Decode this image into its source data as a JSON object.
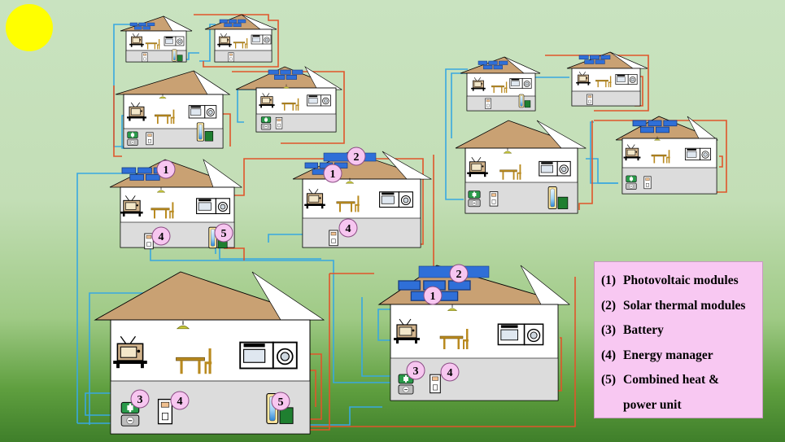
{
  "legend": {
    "items": [
      {
        "number": "(1)",
        "label": "Photovoltaic modules"
      },
      {
        "number": "(2)",
        "label": "Solar thermal modules"
      },
      {
        "number": "(3)",
        "label": "Battery"
      },
      {
        "number": "(4)",
        "label": "Energy manager"
      },
      {
        "number": "(5)",
        "label": "Combined heat &"
      }
    ],
    "continuation": "power unit"
  },
  "badges": {
    "pv": "1",
    "solar_thermal": "2",
    "battery": "3",
    "energy_manager": "4",
    "chp": "5"
  },
  "colors": {
    "roof": "#c9a173",
    "wall": "#ffffff",
    "basement": "#dcdcdc",
    "solar_panel": "#2f6fd8",
    "heat_wire": "#e0552a",
    "power_wire": "#38a8e0",
    "badge_fill": "#f7c6f0",
    "sun": "#ffff00",
    "chp_unit": "#1f7f30",
    "legend_background": "#f8c8f2"
  },
  "icons": [
    "sun-icon",
    "tv-icon",
    "table-icon",
    "chair-icon",
    "lamp-icon",
    "stove-icon",
    "washing-machine-icon",
    "battery-icon",
    "energy-manager-icon",
    "chp-unit-icon",
    "hot-water-tank-icon",
    "solar-panel-icon"
  ]
}
